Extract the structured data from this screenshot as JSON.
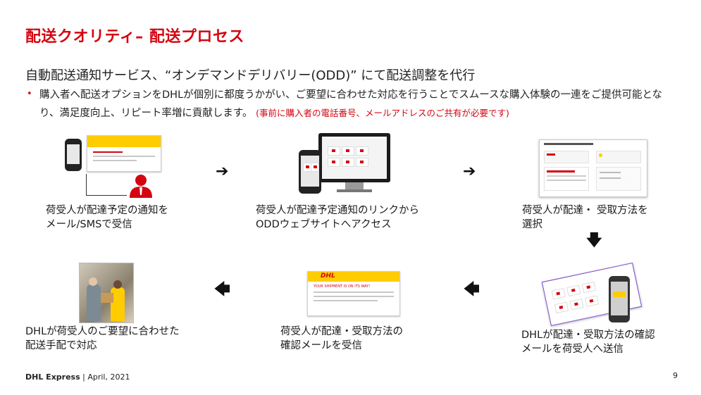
{
  "title": "配送クオリティ– 配送プロセス",
  "subtitle": "自動配送通知サービス、“オンデマンドデリバリー(ODD)” にて配送調整を代行",
  "bullet": {
    "text": "購入者へ配送オプションをDHLが個別に都度うかがい、ご要望に合わせた対応を行うことでスムースな購入体験の一連をご提供可能となり、満足度向上、リピート率増に貢献します。",
    "note": "(事前に購入者の電話番号、メールアドレスのご共有が必要です)"
  },
  "steps": [
    {
      "line1": "荷受人が配達予定の通知を",
      "line2": "メール/SMSで受信"
    },
    {
      "line1": "荷受人が配達予定通知のリンクから",
      "line2": "ODDウェブサイトへアクセス"
    },
    {
      "line1": "荷受人が配達・ 受取方法を",
      "line2": "選択"
    },
    {
      "line1": "DHLが配達・受取方法の確認",
      "line2": "メールを荷受人へ送信"
    },
    {
      "line1": "荷受人が配達・受取方法の",
      "line2": "確認メールを受信"
    },
    {
      "line1": "DHLが荷受人のご要望に合わせた",
      "line2": "配送手配で対応"
    }
  ],
  "arrows": {
    "right": "➔",
    "down": "🡇",
    "left": "🡄"
  },
  "mail_brand": "DHL",
  "mail_heading": "YOUR SHIPMENT IS ON ITS WAY!",
  "footer": {
    "brand": "DHL Express",
    "separator": " | ",
    "date": "April, 2021"
  },
  "page_number": "9",
  "colors": {
    "brand_red": "#d40511",
    "brand_yellow": "#ffcc00"
  }
}
